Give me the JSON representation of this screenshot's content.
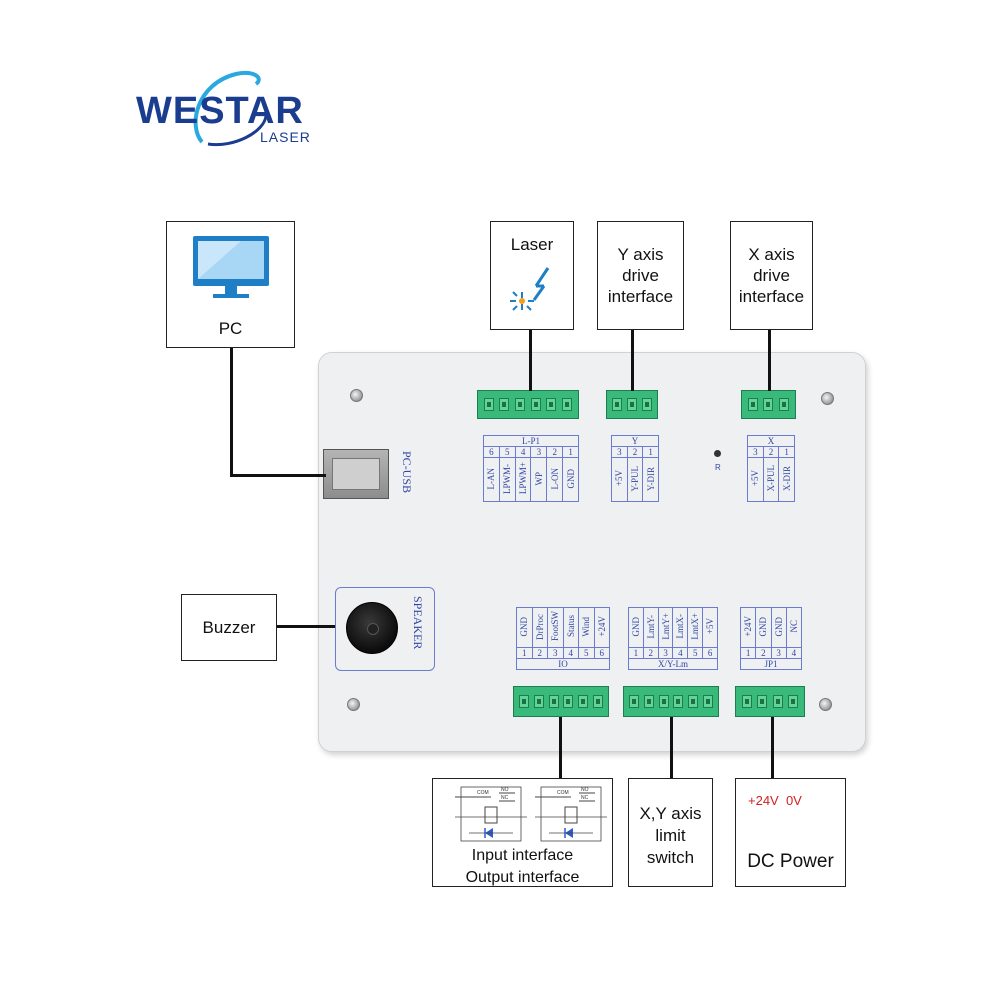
{
  "logo": {
    "brand": "WESTAR",
    "sub": "LASER"
  },
  "boxes": {
    "pc": "PC",
    "laser": "Laser",
    "y_axis": [
      "Y axis",
      "drive",
      "interface"
    ],
    "x_axis": [
      "X axis",
      "drive",
      "interface"
    ],
    "buzzer": "Buzzer",
    "io": [
      "Input interface",
      "Output interface"
    ],
    "limit": [
      "X,Y axis",
      "limit",
      "switch"
    ],
    "power_volt": "+24V  0V",
    "power_label": "DC Power"
  },
  "board": {
    "usb_label": "PC-USB",
    "speaker_label": "SPEAKER",
    "led_label": "R",
    "l_p1": {
      "title": "L-P1",
      "nums": [
        "6",
        "5",
        "4",
        "3",
        "2",
        "1"
      ],
      "names": [
        "L-AN",
        "LPWM-",
        "LPWM+",
        "WP",
        "L-ON",
        "GND"
      ]
    },
    "y": {
      "title": "Y",
      "nums": [
        "3",
        "2",
        "1"
      ],
      "names": [
        "+5V",
        "Y-PUL",
        "Y-DIR"
      ]
    },
    "x": {
      "title": "X",
      "nums": [
        "3",
        "2",
        "1"
      ],
      "names": [
        "+5V",
        "X-PUL",
        "X-DIR"
      ]
    },
    "io": {
      "title": "IO",
      "nums": [
        "1",
        "2",
        "3",
        "4",
        "5",
        "6"
      ],
      "names": [
        "GND",
        "DrProc",
        "FootSW",
        "Status",
        "Wind",
        "+24V"
      ]
    },
    "xy_lm": {
      "title": "X/Y-Lm",
      "nums": [
        "1",
        "2",
        "3",
        "4",
        "5",
        "6"
      ],
      "names": [
        "GND",
        "LmtY-",
        "LmtY+",
        "LmtX-",
        "LmtX+",
        "+5V"
      ]
    },
    "jp1": {
      "title": "JP1",
      "nums": [
        "1",
        "2",
        "3",
        "4"
      ],
      "names": [
        "+24V",
        "GND",
        "GND",
        "NC"
      ]
    }
  },
  "relay_diagram": {
    "com": "COM",
    "no": "NO",
    "nc": "NC"
  },
  "colors": {
    "logo_blue": "#1b3d8f",
    "logo_cyan": "#29a9e0",
    "connector_green": "#39b97a",
    "pin_text_blue": "#3147a6",
    "power_red": "#d42020"
  }
}
